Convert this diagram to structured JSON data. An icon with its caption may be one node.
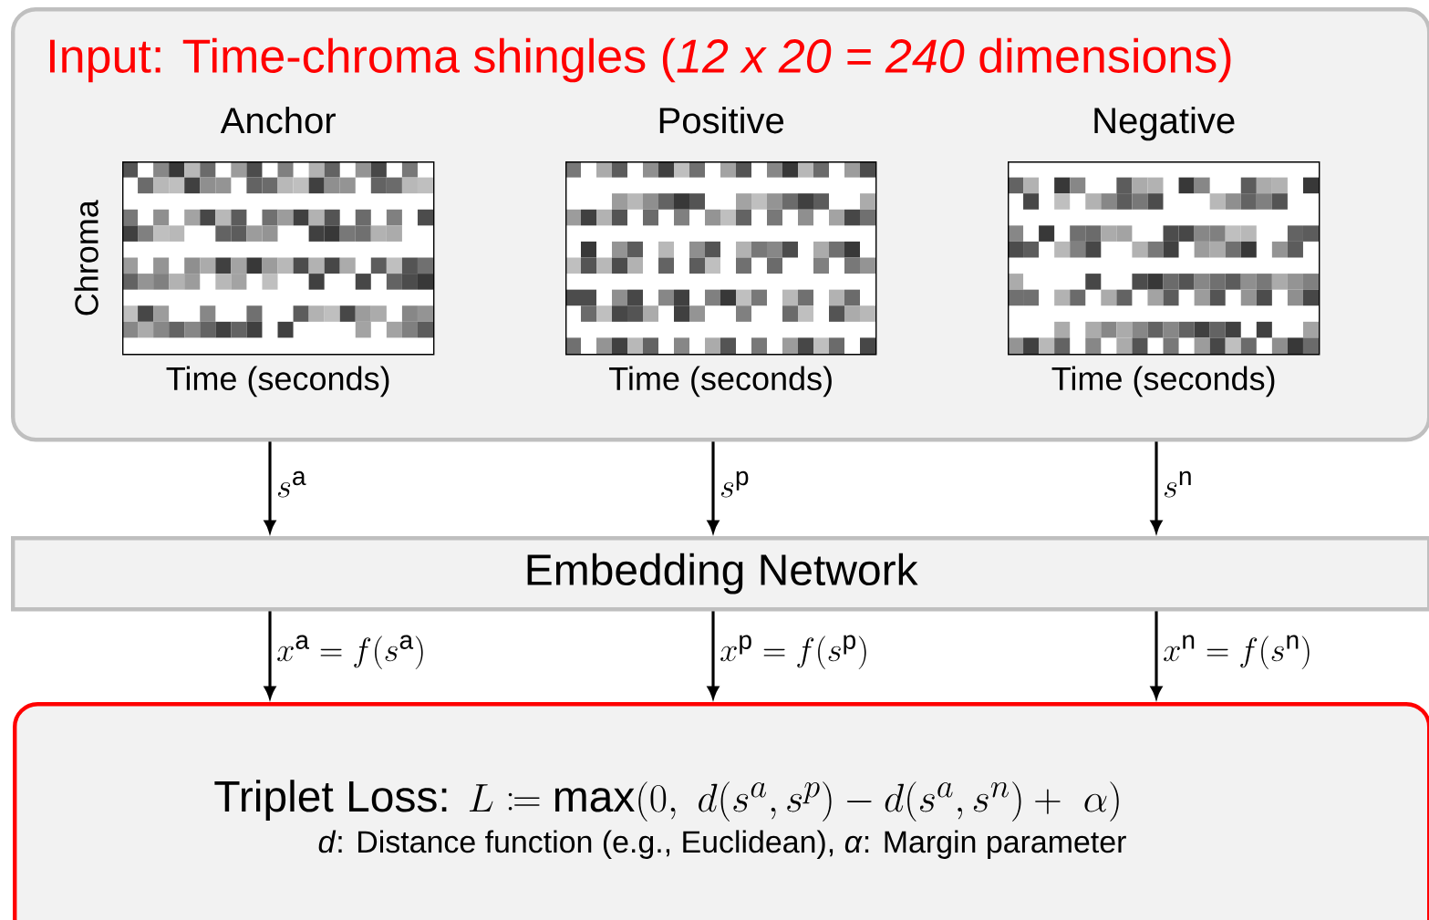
{
  "diagram": {
    "nodes": [
      {
        "text": [
          "Input: Time-chroma shingles (*12 x 20 = 240* dimensions)"
        ]
      },
      {
        "text": [
          "Anchor",
          "Time (seconds)"
        ],
        "in": 0,
        "beside": [
          "Chroma"
        ]
      },
      {
        "text": [
          "Positive",
          "Time (seconds)"
        ],
        "in": 0
      },
      {
        "text": [
          "Negative",
          "Time (seconds)"
        ],
        "in": 0
      },
      {
        "text": [
          "Embedding Network"
        ]
      },
      {
        "text": [
          "Triplet Loss:",
          "L \\coloneqq \\max(0,\\ d(s^{a},s^{p}) - d(s^{a},s^{n}) +\\ \\alpha)",
          "*d*: Distance function (e.g., Euclidean), *α*: Margin parameter"
        ]
      }
    ],
    "edges": [
      {
        "from": 0,
        "to": 4,
        "arrow": "to",
        "label": "s^{\\mathrm{a}}"
      },
      {
        "from": 0,
        "to": 4,
        "arrow": "to",
        "label": "s^{\\mathrm{p}}"
      },
      {
        "from": 0,
        "to": 4,
        "arrow": "to",
        "label": "s^{\\mathrm{n}}"
      },
      {
        "from": 4,
        "to": 5,
        "arrow": "to",
        "label": "x^{\\mathrm{a}} = f(s^{\\mathrm{a}})"
      },
      {
        "from": 4,
        "to": 5,
        "arrow": "to",
        "label": "x^{\\mathrm{p}} = f(s^{\\mathrm{p}})"
      },
      {
        "from": 4,
        "to": 5,
        "arrow": "to",
        "label": "x^{\\mathrm{n}} = f(s^{\\mathrm{n}})"
      }
    ]
  }
}
